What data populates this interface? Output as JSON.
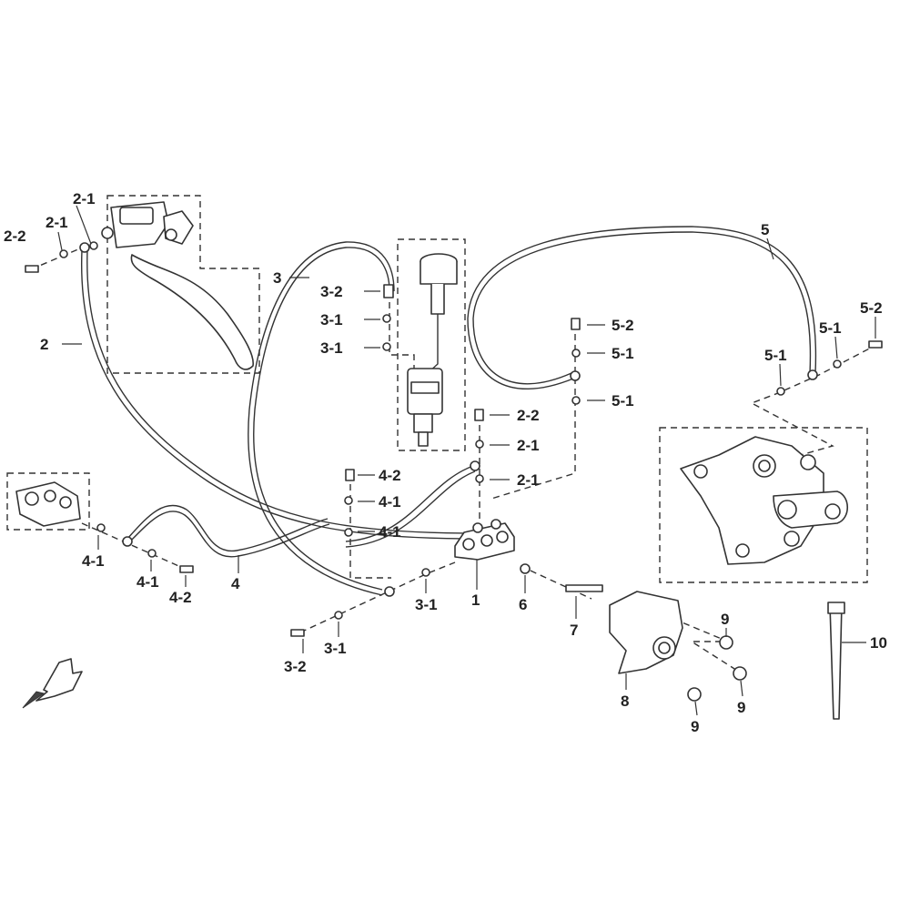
{
  "labels": [
    {
      "id": "l-2-2-tl",
      "text": "2-2"
    },
    {
      "id": "l-2-1-tl",
      "text": "2-1"
    },
    {
      "id": "l-2-1-tl2",
      "text": "2-1"
    },
    {
      "id": "l-2",
      "text": "2"
    },
    {
      "id": "l-3",
      "text": "3"
    },
    {
      "id": "l-3-2-top",
      "text": "3-2"
    },
    {
      "id": "l-3-1-top",
      "text": "3-1"
    },
    {
      "id": "l-3-1-top2",
      "text": "3-1"
    },
    {
      "id": "l-5",
      "text": "5"
    },
    {
      "id": "l-5-2-mid",
      "text": "5-2"
    },
    {
      "id": "l-5-1-mid",
      "text": "5-1"
    },
    {
      "id": "l-5-1-mid2",
      "text": "5-1"
    },
    {
      "id": "l-5-2-right",
      "text": "5-2"
    },
    {
      "id": "l-5-1-right",
      "text": "5-1"
    },
    {
      "id": "l-5-1-right2",
      "text": "5-1"
    },
    {
      "id": "l-2-2-mid",
      "text": "2-2"
    },
    {
      "id": "l-2-1-mid",
      "text": "2-1"
    },
    {
      "id": "l-2-1-mid2",
      "text": "2-1"
    },
    {
      "id": "l-4-2-mid",
      "text": "4-2"
    },
    {
      "id": "l-4-1-mid",
      "text": "4-1"
    },
    {
      "id": "l-4-1-mid2",
      "text": "4-1"
    },
    {
      "id": "l-4-1-left",
      "text": "4-1"
    },
    {
      "id": "l-4-1-left2",
      "text": "4-1"
    },
    {
      "id": "l-4-2-left",
      "text": "4-2"
    },
    {
      "id": "l-4",
      "text": "4"
    },
    {
      "id": "l-3-1-bot",
      "text": "3-1"
    },
    {
      "id": "l-1",
      "text": "1"
    },
    {
      "id": "l-6",
      "text": "6"
    },
    {
      "id": "l-7",
      "text": "7"
    },
    {
      "id": "l-3-1-bot2",
      "text": "3-1"
    },
    {
      "id": "l-3-2-bot",
      "text": "3-2"
    },
    {
      "id": "l-8",
      "text": "8"
    },
    {
      "id": "l-9-a",
      "text": "9"
    },
    {
      "id": "l-9-b",
      "text": "9"
    },
    {
      "id": "l-9-c",
      "text": "9"
    },
    {
      "id": "l-10",
      "text": "10"
    }
  ]
}
